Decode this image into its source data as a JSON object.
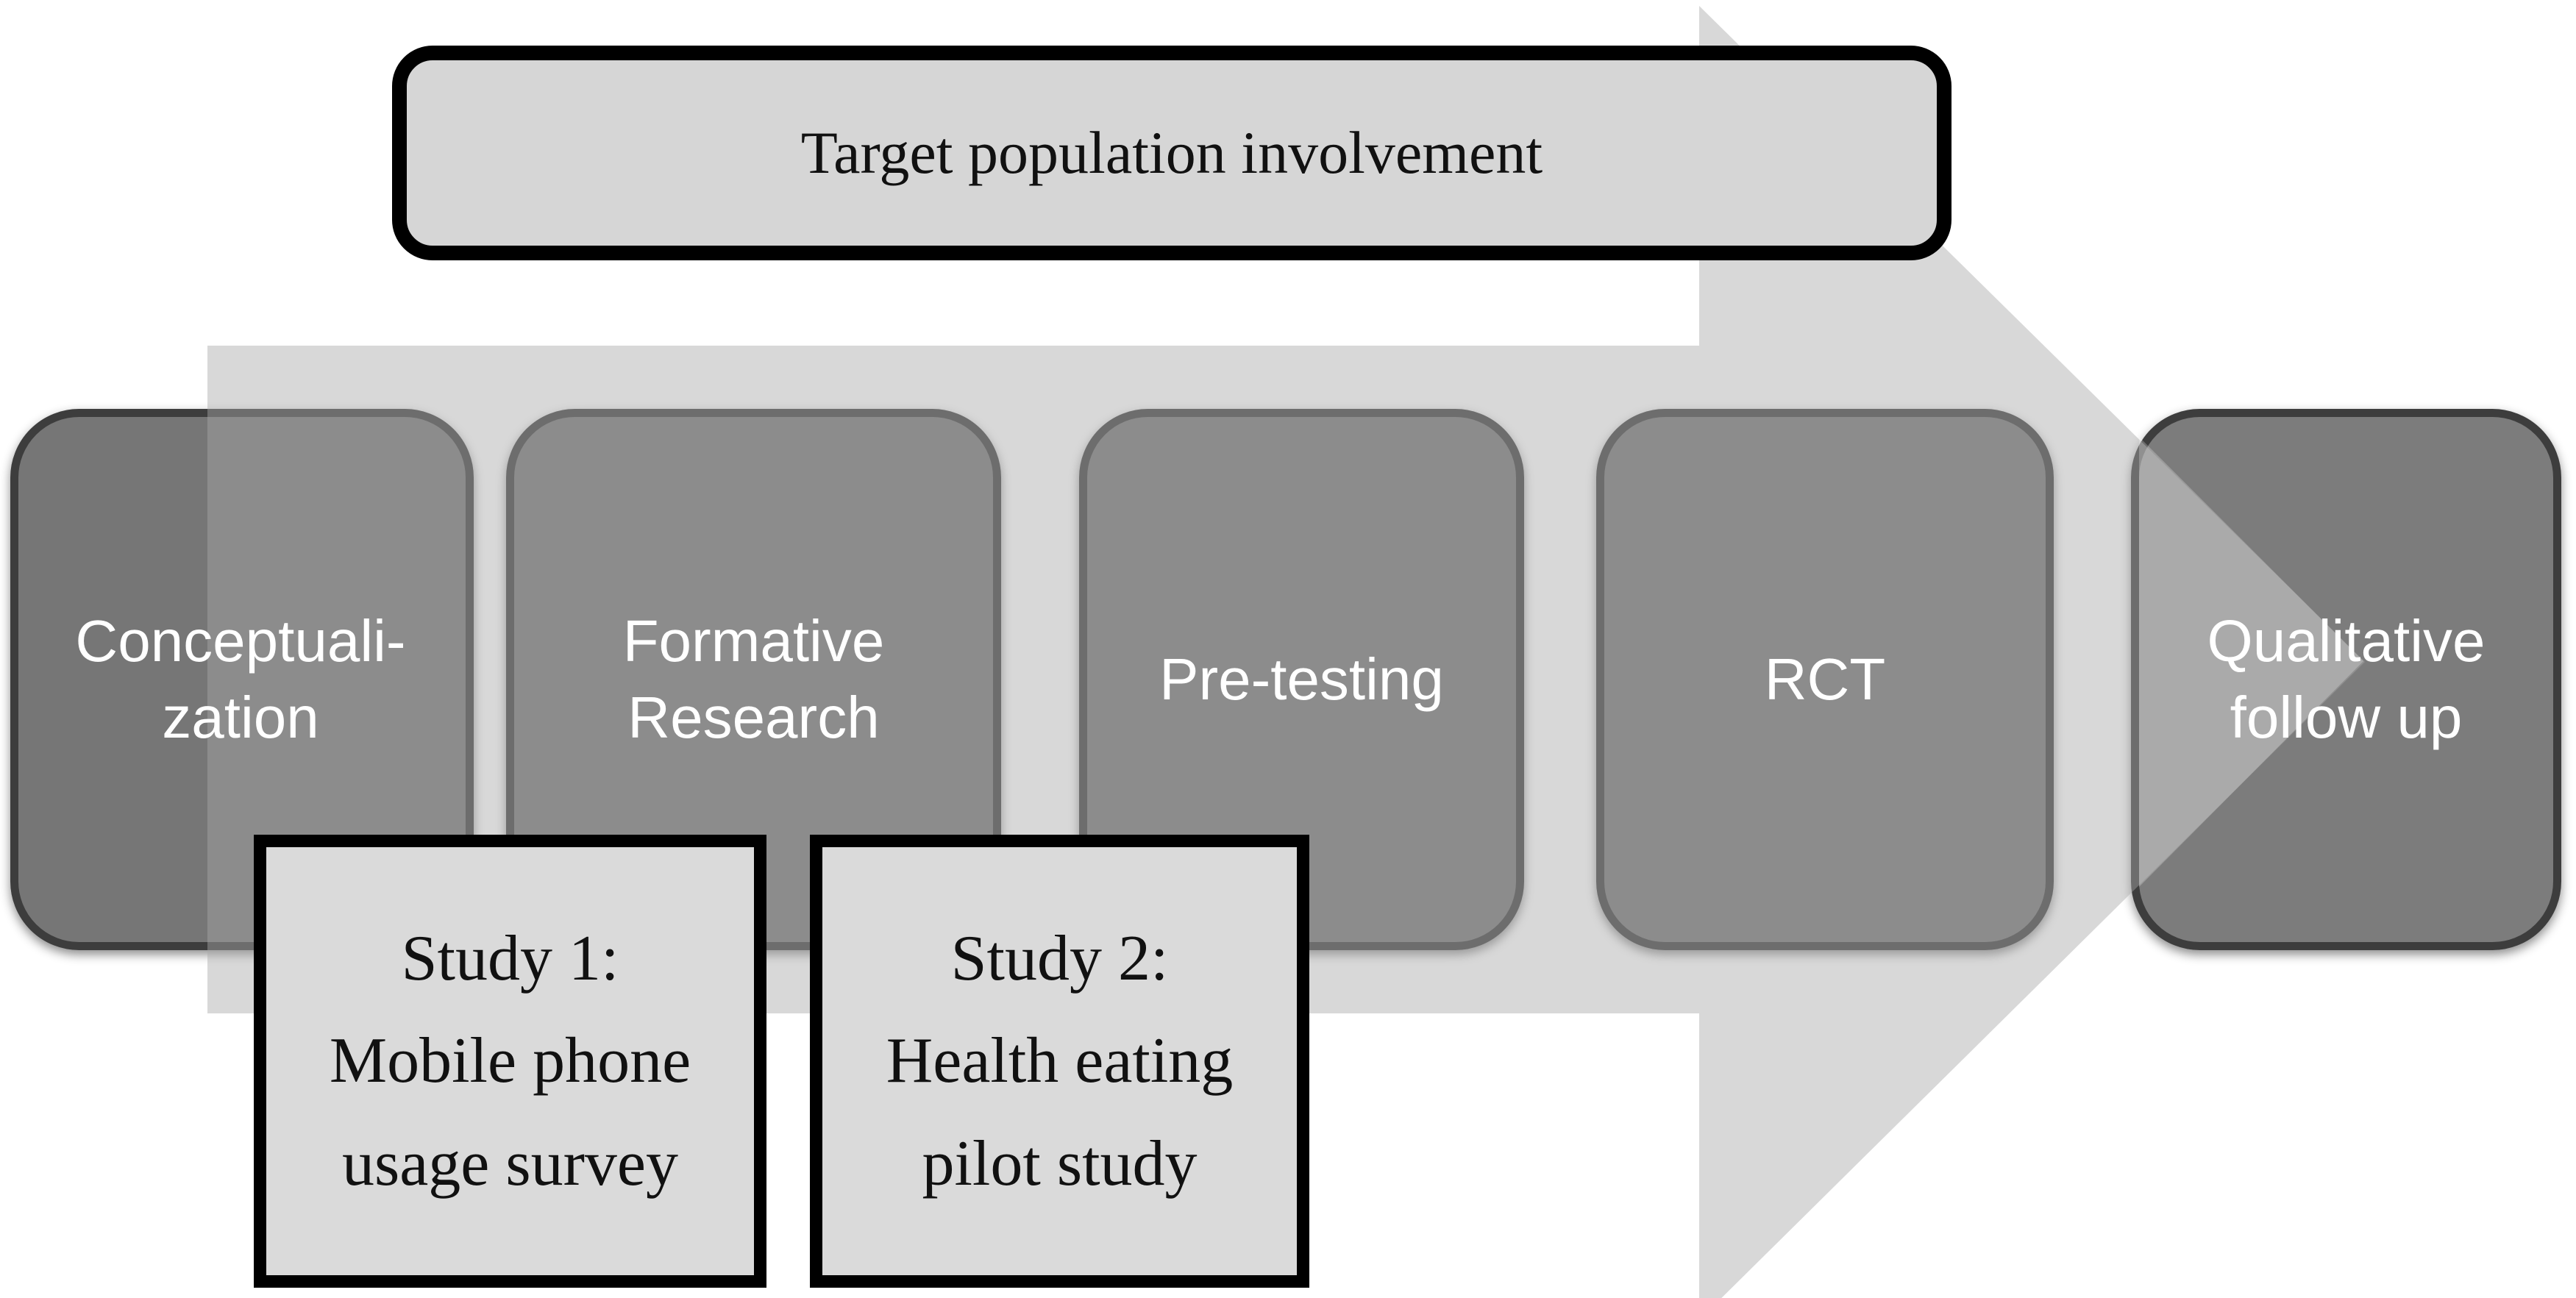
{
  "banner": {
    "label": "Target population involvement"
  },
  "stages": [
    {
      "id": "conceptualization",
      "label": "Conceptuali-\nzation"
    },
    {
      "id": "formative-research",
      "label": "Formative\nResearch"
    },
    {
      "id": "pre-testing",
      "label": "Pre-testing"
    },
    {
      "id": "rct",
      "label": "RCT"
    },
    {
      "id": "qualitative-follow-up",
      "label": "Qualitative\nfollow up"
    }
  ],
  "studies": [
    {
      "id": "study-1",
      "label": "Study 1:\nMobile phone\nusage survey"
    },
    {
      "id": "study-2",
      "label": "Study 2:\nHealth eating\npilot study"
    }
  ],
  "colors": {
    "background": "#ffffff",
    "stage_fill": "#767676",
    "stage_fill_last": "#7b7b7b",
    "stage_border": "#3c3c3c",
    "stage_text": "#ffffff",
    "arrow_fill": "rgba(168,168,168,0.45)",
    "arrow_tip_highlight": "rgba(255,255,255,0.24)",
    "banner_fill": "#d6d6d6",
    "study_fill": "#dadada",
    "panel_border": "#000000",
    "dark_text": "#111111"
  }
}
